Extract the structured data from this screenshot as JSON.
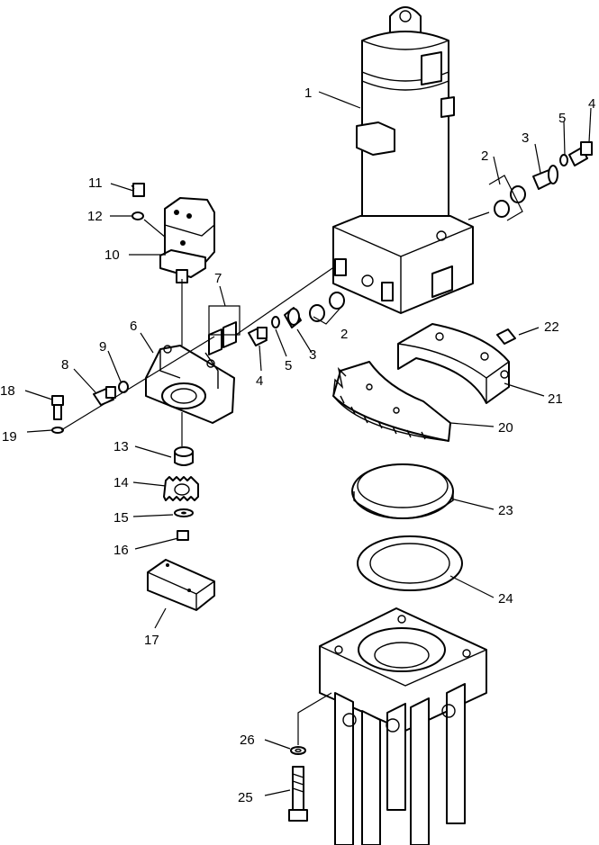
{
  "callouts": {
    "c1": "1",
    "c2a": "2",
    "c2b": "2",
    "c3a": "3",
    "c3b": "3",
    "c4a": "4",
    "c4b": "4",
    "c5a": "5",
    "c5b": "5",
    "c6": "6",
    "c7": "7",
    "c8": "8",
    "c9": "9",
    "c10": "10",
    "c11": "11",
    "c12": "12",
    "c13": "13",
    "c14": "14",
    "c15": "15",
    "c16": "16",
    "c17": "17",
    "c18": "18",
    "c19": "19",
    "c20": "20",
    "c21": "21",
    "c22": "22",
    "c23": "23",
    "c24": "24",
    "c25": "25",
    "c26": "26"
  }
}
